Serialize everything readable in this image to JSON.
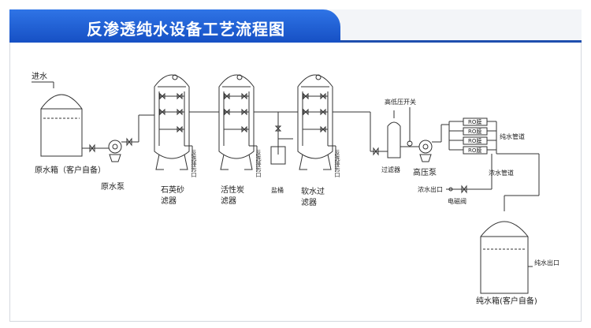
{
  "title": "反渗透纯水设备工艺流程图",
  "labels": {
    "water_in": "进水",
    "raw_tank_line1": "原水箱（客户自备）",
    "raw_pump": "原水泵",
    "quartz_filter_line1": "石英砂",
    "quartz_filter_line2": "滤器",
    "carbon_filter_line1": "活性炭",
    "carbon_filter_line2": "滤器",
    "softener_line1": "软水过",
    "softener_line2": "滤器",
    "salt_tank": "盐桶",
    "backwash_1": "反洗排污口",
    "backwash_2": "反洗排污口",
    "backwash_3": "反洗排污口",
    "low_pressure_switch": "高低压开关",
    "security_filter": "过滤器",
    "high_pressure_pump": "高压泵",
    "ro_1": "RO膜",
    "ro_2": "RO膜",
    "ro_3": "RO膜",
    "ro_4": "RO膜",
    "pure_water_pipe": "纯水管道",
    "waste_water_pipe": "浓水管道",
    "waste_outlet": "浓水出口",
    "solenoid_valve": "电磁阀",
    "pure_outlet": "纯水出口",
    "pure_tank": "纯水箱(客户自备)"
  },
  "colors": {
    "accent": "#1650c4",
    "title_text": "#ffffff",
    "line": "#333333"
  }
}
